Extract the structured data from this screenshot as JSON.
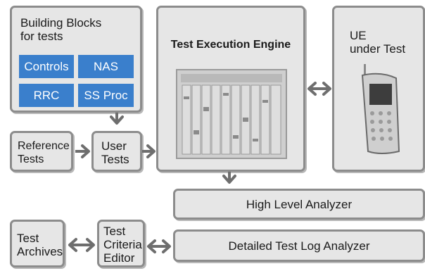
{
  "building_blocks": {
    "title": "Building Blocks\nfor tests",
    "blocks": [
      "Controls",
      "NAS",
      "RRC",
      "SS Proc"
    ]
  },
  "engine": {
    "title": "Test Execution Engine"
  },
  "ue": {
    "title": "UE\nunder Test"
  },
  "reference_tests": {
    "label": "Reference\nTests"
  },
  "user_tests": {
    "label": "User\nTests"
  },
  "high_level_analyzer": {
    "label": "High Level Analyzer"
  },
  "test_archives": {
    "label": "Test\nArchives"
  },
  "test_criteria_editor": {
    "label": "Test\nCriteria\nEditor"
  },
  "detailed_log_analyzer": {
    "label": "Detailed Test Log Analyzer"
  },
  "colors": {
    "block_fill": "#3a7fcc",
    "box_fill": "#e6e6e6",
    "box_border": "#8c8c8c",
    "arrow": "#6e6e6e"
  }
}
